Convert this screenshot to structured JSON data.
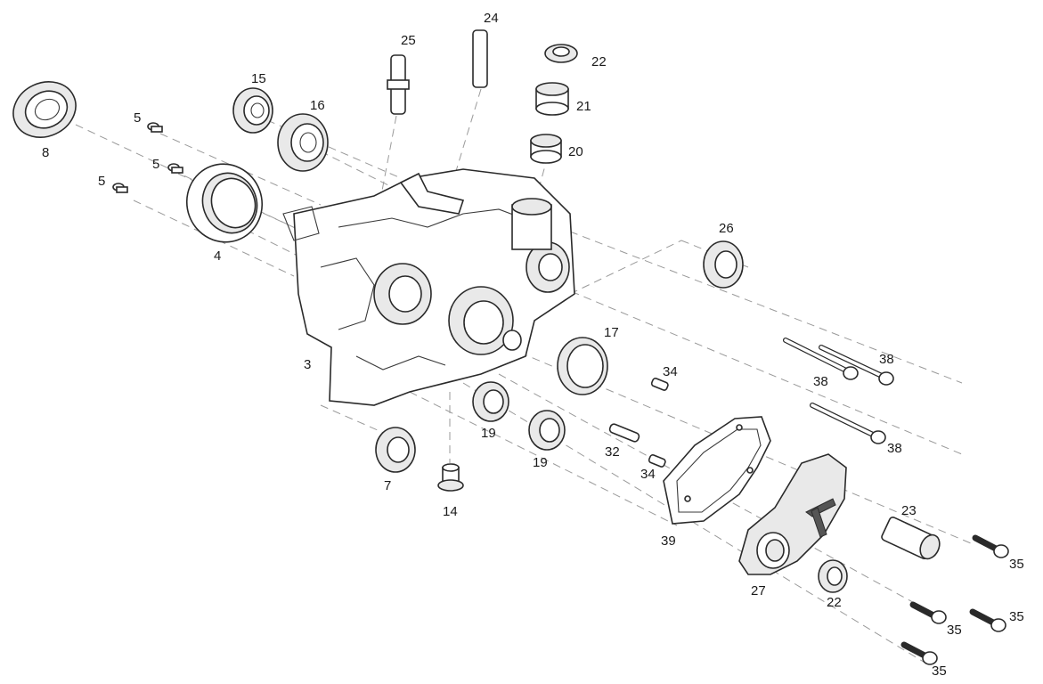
{
  "labels": {
    "p3": "3",
    "p4": "4",
    "p5a": "5",
    "p5b": "5",
    "p5c": "5",
    "p7": "7",
    "p8": "8",
    "p14": "14",
    "p15": "15",
    "p16": "16",
    "p17": "17",
    "p19a": "19",
    "p19b": "19",
    "p20": "20",
    "p21": "21",
    "p22a": "22",
    "p22b": "22",
    "p23": "23",
    "p24": "24",
    "p25": "25",
    "p26": "26",
    "p27": "27",
    "p32": "32",
    "p34a": "34",
    "p34b": "34",
    "p35a": "35",
    "p35b": "35",
    "p35c": "35",
    "p35d": "35",
    "p38a": "38",
    "p38b": "38",
    "p38c": "38",
    "p39": "39"
  },
  "colors": {
    "stroke": "#2a2a2a",
    "guide": "#9a9a9a",
    "background": "#ffffff"
  }
}
